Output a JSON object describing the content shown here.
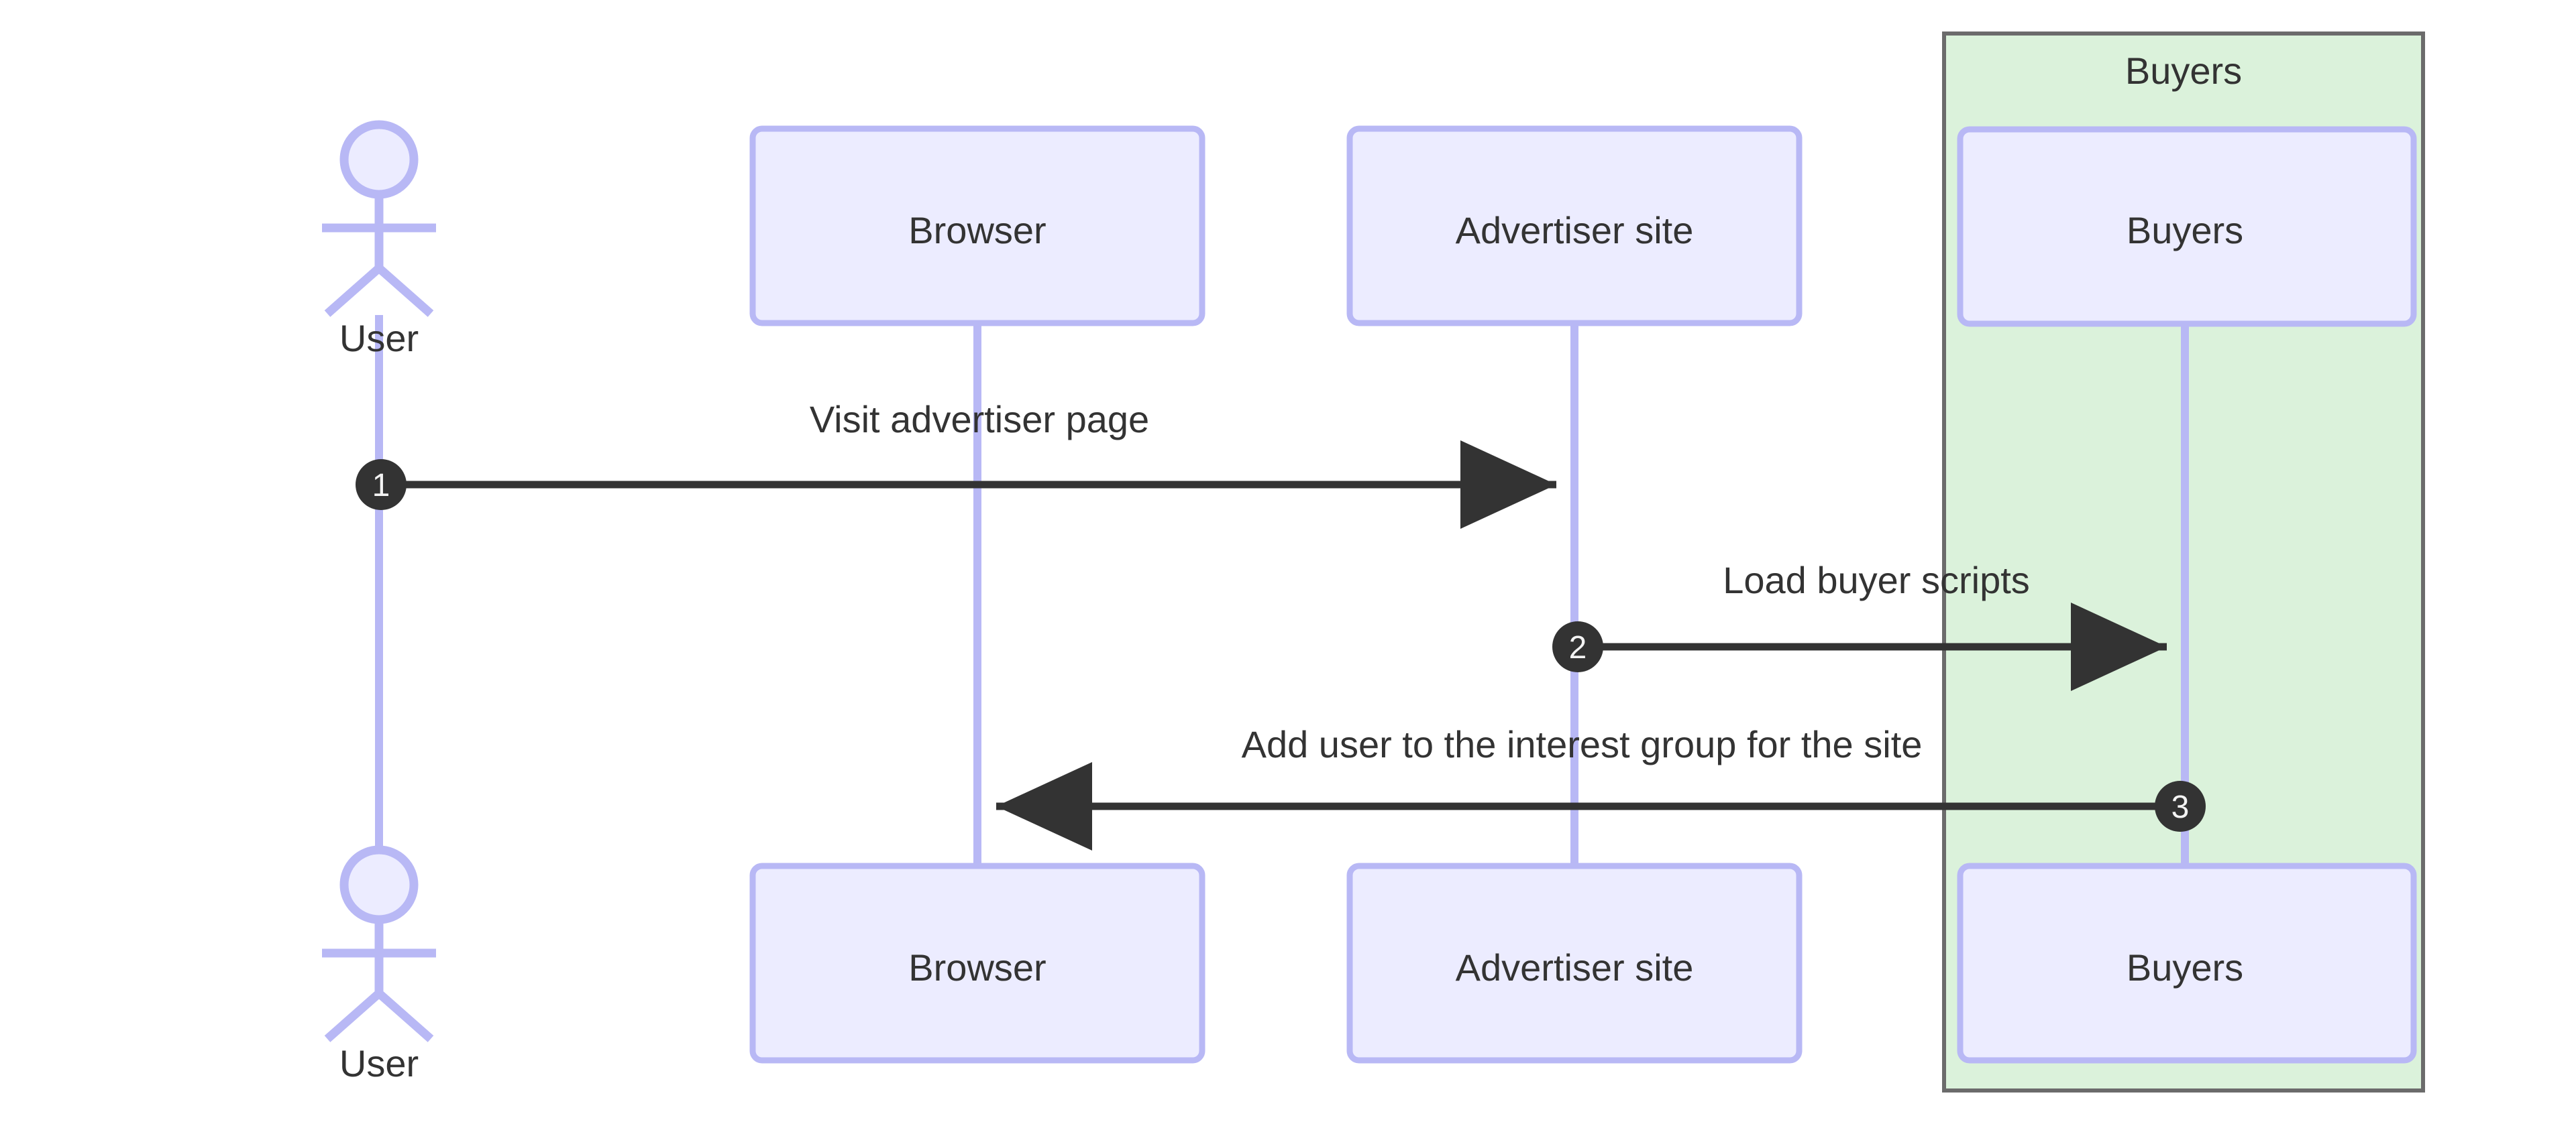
{
  "diagram": {
    "type": "sequence-diagram",
    "background_color": "#ffffff",
    "participant_fill": "#ececff",
    "participant_stroke": "#9370db",
    "lifeline_color": "#b8b8f5",
    "group_fill": "#dbf2db",
    "group_stroke": "#6b6b6b",
    "message_line_color": "#333333",
    "sequence_number_fill": "#333333",
    "sequence_number_text_color": "#f4f4f4",
    "text_color": "#333333"
  },
  "actors": [
    {
      "id": "user",
      "name": "User",
      "label_top": "User",
      "label_bottom": "User",
      "shape": "stick-figure"
    }
  ],
  "participants": [
    {
      "id": "browser",
      "label_top": "Browser",
      "label_bottom": "Browser",
      "in_group": false
    },
    {
      "id": "advertiser",
      "label_top": "Advertiser site",
      "label_bottom": "Advertiser site",
      "in_group": false
    },
    {
      "id": "buyers",
      "label_top": "Buyers",
      "label_bottom": "Buyers",
      "in_group": true
    }
  ],
  "groups": [
    {
      "id": "buyers-group",
      "label": "Buyers",
      "members": [
        "buyers"
      ],
      "fill": "#dbf2db",
      "stroke": "#6b6b6b"
    }
  ],
  "messages": [
    {
      "number": "1",
      "label": "Visit advertiser page",
      "from": "User",
      "to": "Advertiser site",
      "direction": "right",
      "style": "solid-arrow"
    },
    {
      "number": "2",
      "label": "Load buyer scripts",
      "from": "Advertiser site",
      "to": "Buyers",
      "direction": "right",
      "style": "solid-arrow"
    },
    {
      "number": "3",
      "label": "Add user to the interest group for the site",
      "from": "Buyers",
      "to": "Browser",
      "direction": "left",
      "style": "solid-arrow"
    }
  ]
}
